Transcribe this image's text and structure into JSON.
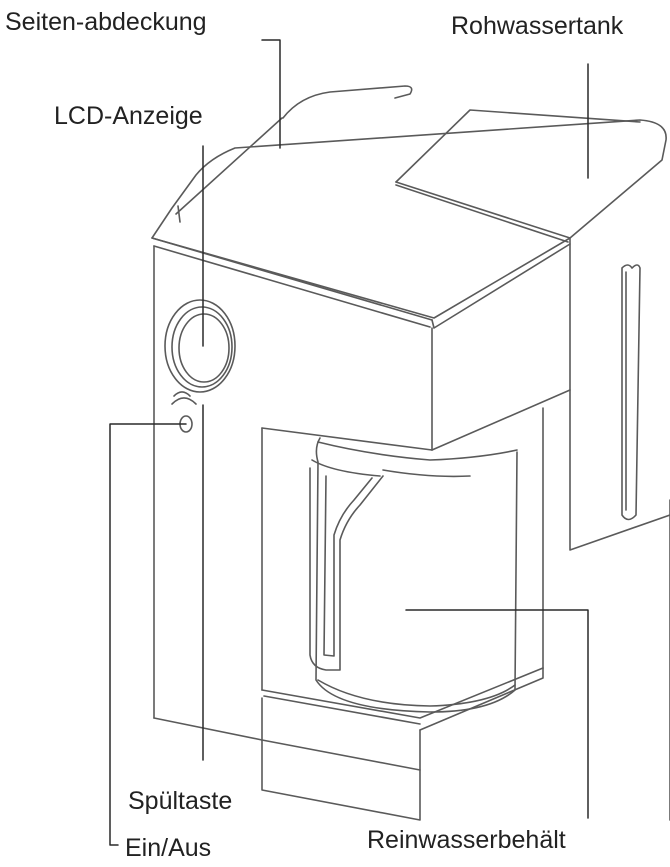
{
  "labels": {
    "side_cover": "Seiten-abdeckung",
    "raw_water_tank": "Rohwassertank",
    "lcd_display": "LCD-Anzeige",
    "flush_button": "Spültaste",
    "power": "Ein/Aus",
    "clean_water_container": "Reinwasserbehält"
  },
  "colors": {
    "line": "#5a5a5a",
    "leader": "#2a2a2a",
    "text": "#222222"
  }
}
